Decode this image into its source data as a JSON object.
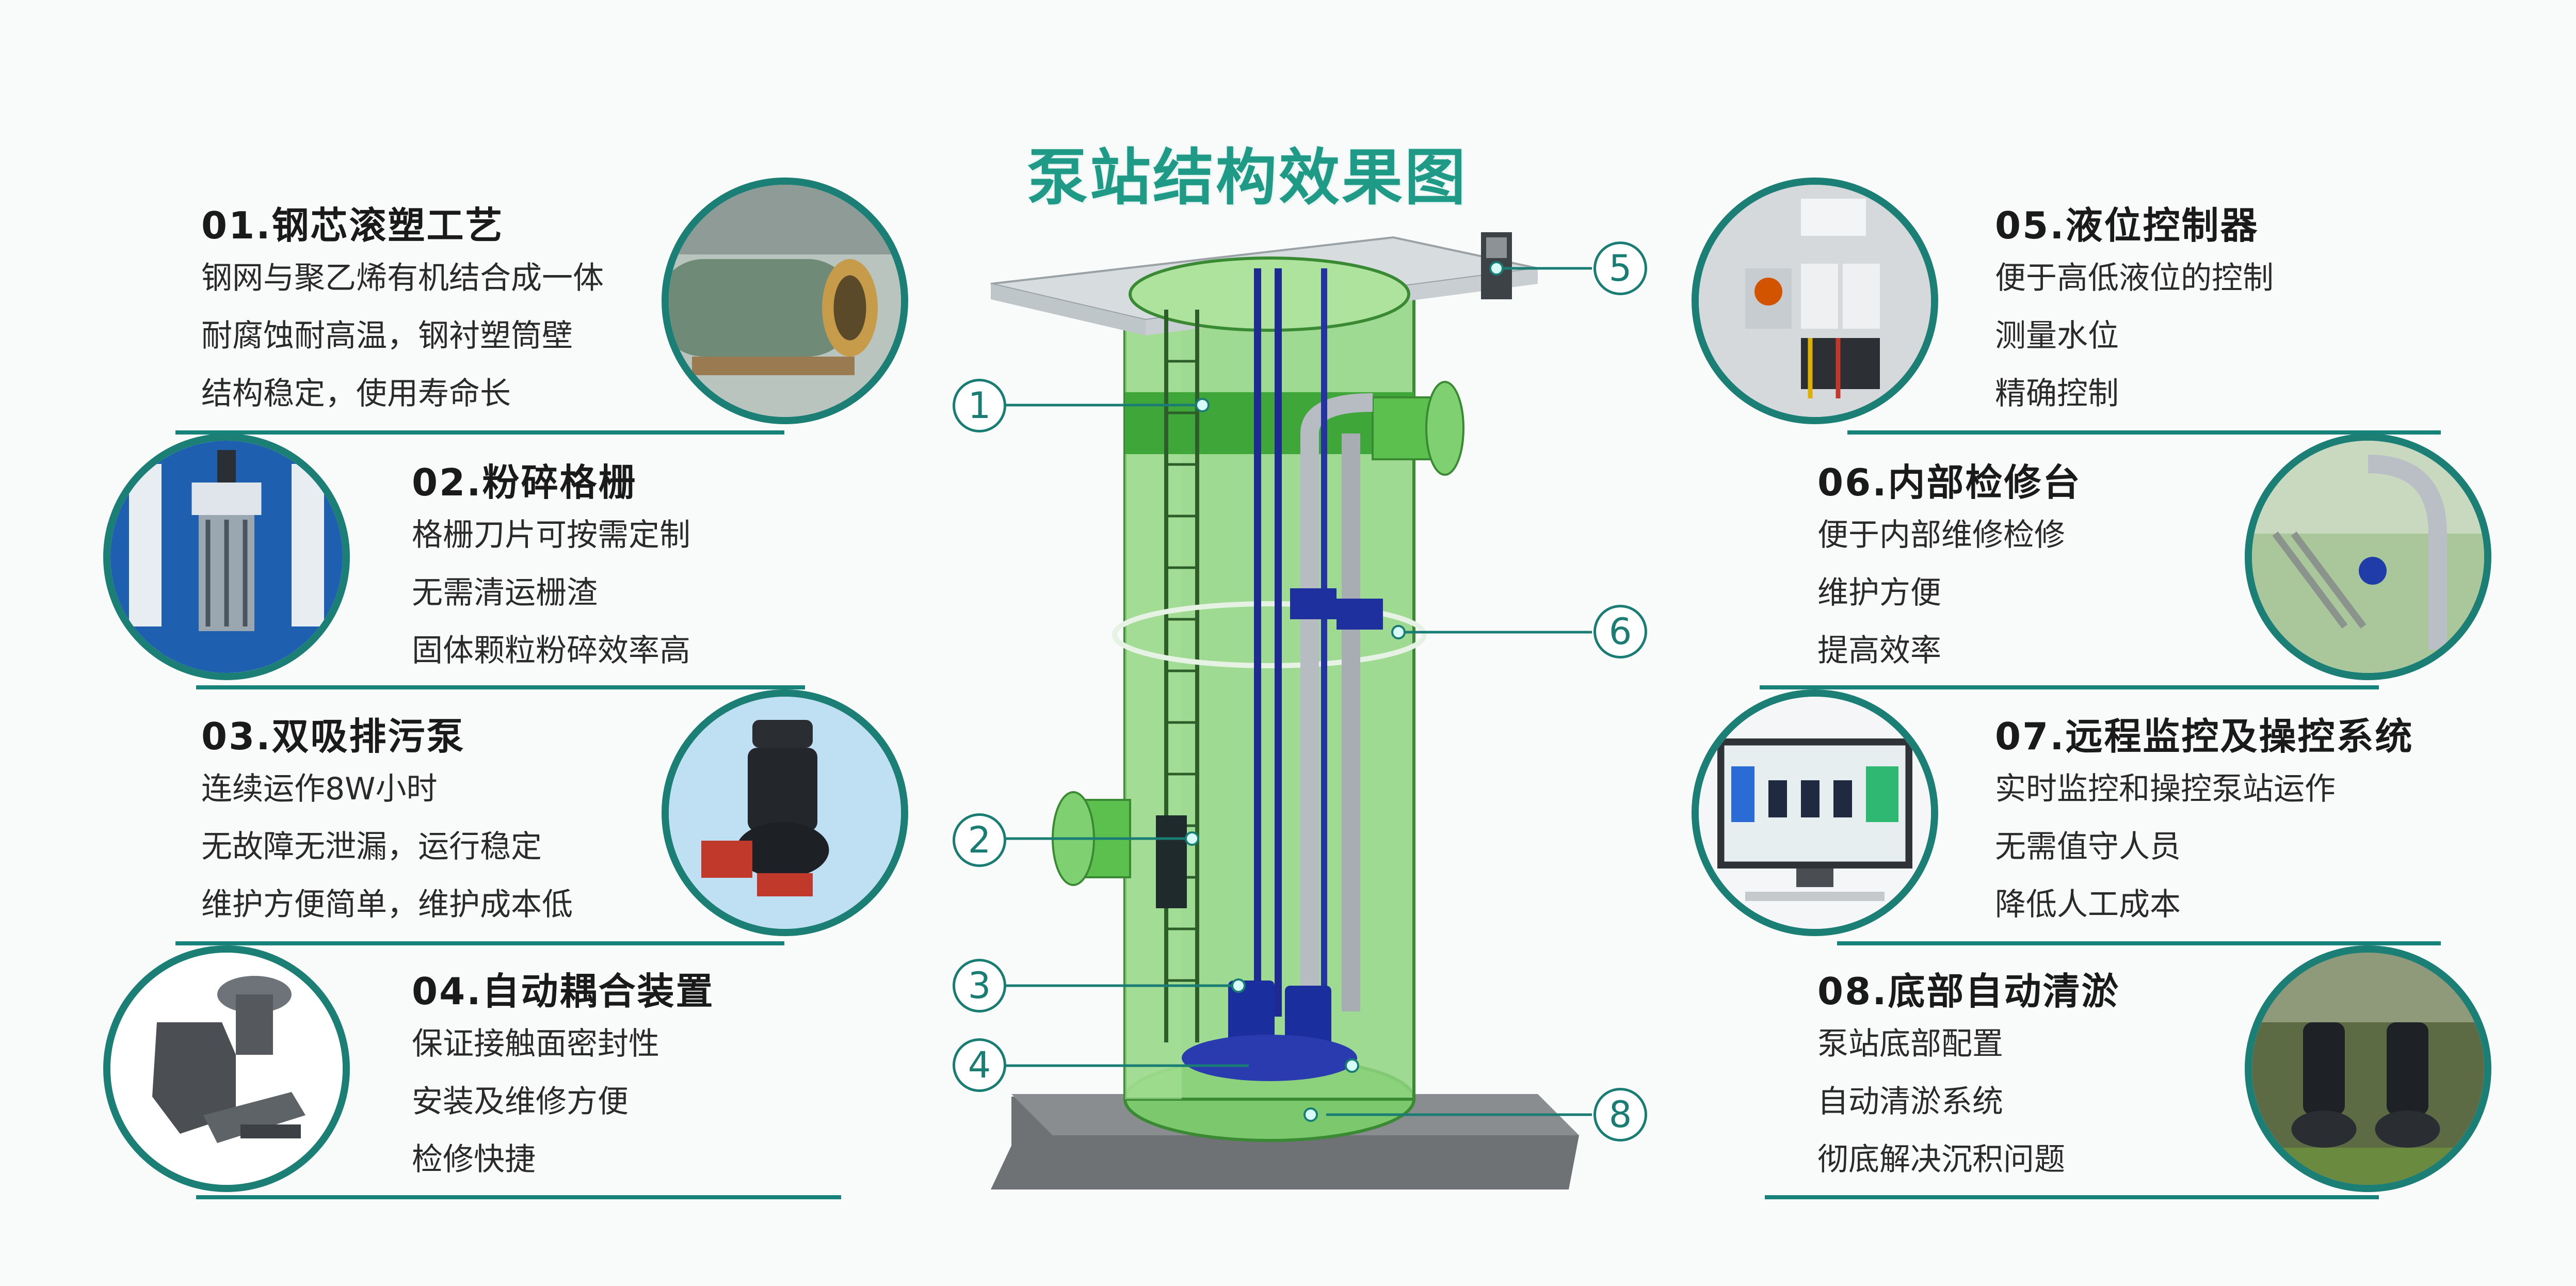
{
  "title": "泵站结构效果图",
  "features": [
    {
      "title": "01.钢芯滚塑工艺",
      "lines": [
        "钢网与聚乙烯有机结合成一体",
        "耐腐蚀耐高温，钢衬塑筒壁",
        "结构稳定，使用寿命长"
      ],
      "photo_icon": "steel-pipe-icon"
    },
    {
      "title": "02.粉碎格栅",
      "lines": [
        "格栅刀片可按需定制",
        "无需清运栅渣",
        "固体颗粒粉碎效率高"
      ],
      "photo_icon": "grinder-screen-icon"
    },
    {
      "title": "03.双吸排污泵",
      "lines": [
        "连续运作8W小时",
        "无故障无泄漏，运行稳定",
        "维护方便简单，维护成本低"
      ],
      "photo_icon": "sewage-pump-icon"
    },
    {
      "title": "04.自动耦合装置",
      "lines": [
        "保证接触面密封性",
        "安装及维修方便",
        "检修快捷"
      ],
      "photo_icon": "coupling-device-icon"
    },
    {
      "title": "05.液位控制器",
      "lines": [
        "便于高低液位的控制",
        "测量水位",
        "精确控制"
      ],
      "photo_icon": "control-panel-icon"
    },
    {
      "title": "06.内部检修台",
      "lines": [
        "便于内部维修检修",
        "维护方便",
        "提高效率"
      ],
      "photo_icon": "maintenance-platform-icon"
    },
    {
      "title": "07.远程监控及操控系统",
      "lines": [
        "实时监控和操控泵站运作",
        "无需值守人员",
        "降低人工成本"
      ],
      "photo_icon": "monitor-screen-icon"
    },
    {
      "title": "08.底部自动清淤",
      "lines": [
        "泵站底部配置",
        "自动清淤系统",
        "彻底解决沉积问题"
      ],
      "photo_icon": "cleaning-pump-icon"
    }
  ],
  "callouts": [
    "1",
    "2",
    "3",
    "4",
    "5",
    "6",
    "8"
  ],
  "colors": {
    "accent": "#197d74",
    "tank": "#5fbf54",
    "title": "#1f9a86",
    "pump": "#1b2e9e"
  }
}
